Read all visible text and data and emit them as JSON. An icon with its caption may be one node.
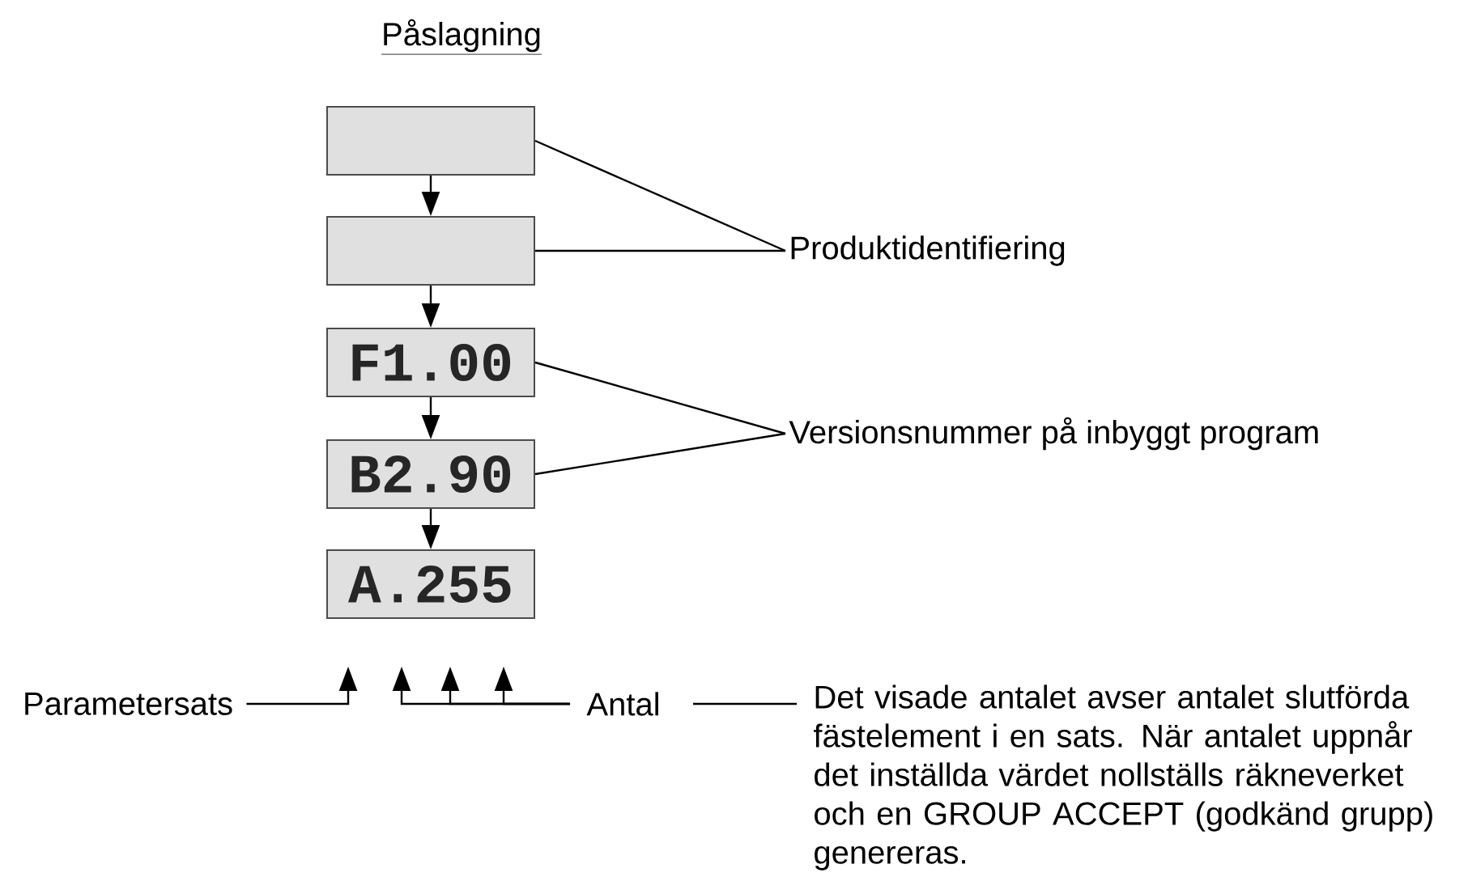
{
  "diagram": {
    "title": "Påslagning",
    "nodes": [
      {
        "text": [],
        "shape": "box"
      },
      {
        "text": [],
        "shape": "box"
      },
      {
        "text": [
          "F1.00"
        ]
      },
      {
        "text": [
          "B2.90"
        ]
      },
      {
        "text": [
          "A.255"
        ]
      },
      {
        "text": [
          "Produktidentifiering"
        ]
      },
      {
        "text": [
          "Versionsnummer på inbyggt program"
        ]
      },
      {
        "text": [
          "Parametersats"
        ]
      },
      {
        "text": [
          "Antal"
        ]
      },
      {
        "text": [
          "Det visade antalet avser antalet slutförda fästelement i en sats. När antalet uppnår det inställda värdet nollställs räkneverket och en GROUP ACCEPT (godkänd grupp) genereras."
        ]
      }
    ],
    "edges": [
      {
        "from": 0,
        "to": 1,
        "arrow": "to"
      },
      {
        "from": 1,
        "to": 2,
        "arrow": "to"
      },
      {
        "from": 2,
        "to": 3,
        "arrow": "to"
      },
      {
        "from": 3,
        "to": 4,
        "arrow": "to"
      },
      {
        "from": 5,
        "to": 0,
        "arrow": "none"
      },
      {
        "from": 5,
        "to": 1,
        "arrow": "none"
      },
      {
        "from": 6,
        "to": 2,
        "arrow": "none"
      },
      {
        "from": 6,
        "to": 3,
        "arrow": "none"
      },
      {
        "from": 7,
        "to": null,
        "arrow": "to"
      },
      {
        "from": 8,
        "to": null,
        "arrow": "to"
      },
      {
        "from": 8,
        "to": null,
        "arrow": "to"
      },
      {
        "from": 8,
        "to": null,
        "arrow": "to"
      },
      {
        "from": 8,
        "to": 9,
        "arrow": "none"
      }
    ]
  }
}
